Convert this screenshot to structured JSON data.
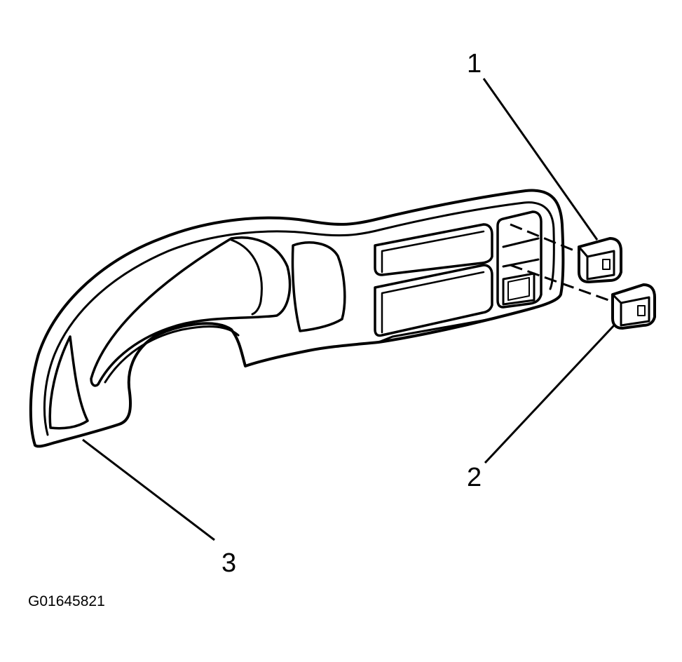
{
  "callouts": {
    "one": "1",
    "two": "2",
    "three": "3"
  },
  "figure_id": "G01645821",
  "colors": {
    "line": "#000000",
    "background": "#ffffff"
  }
}
